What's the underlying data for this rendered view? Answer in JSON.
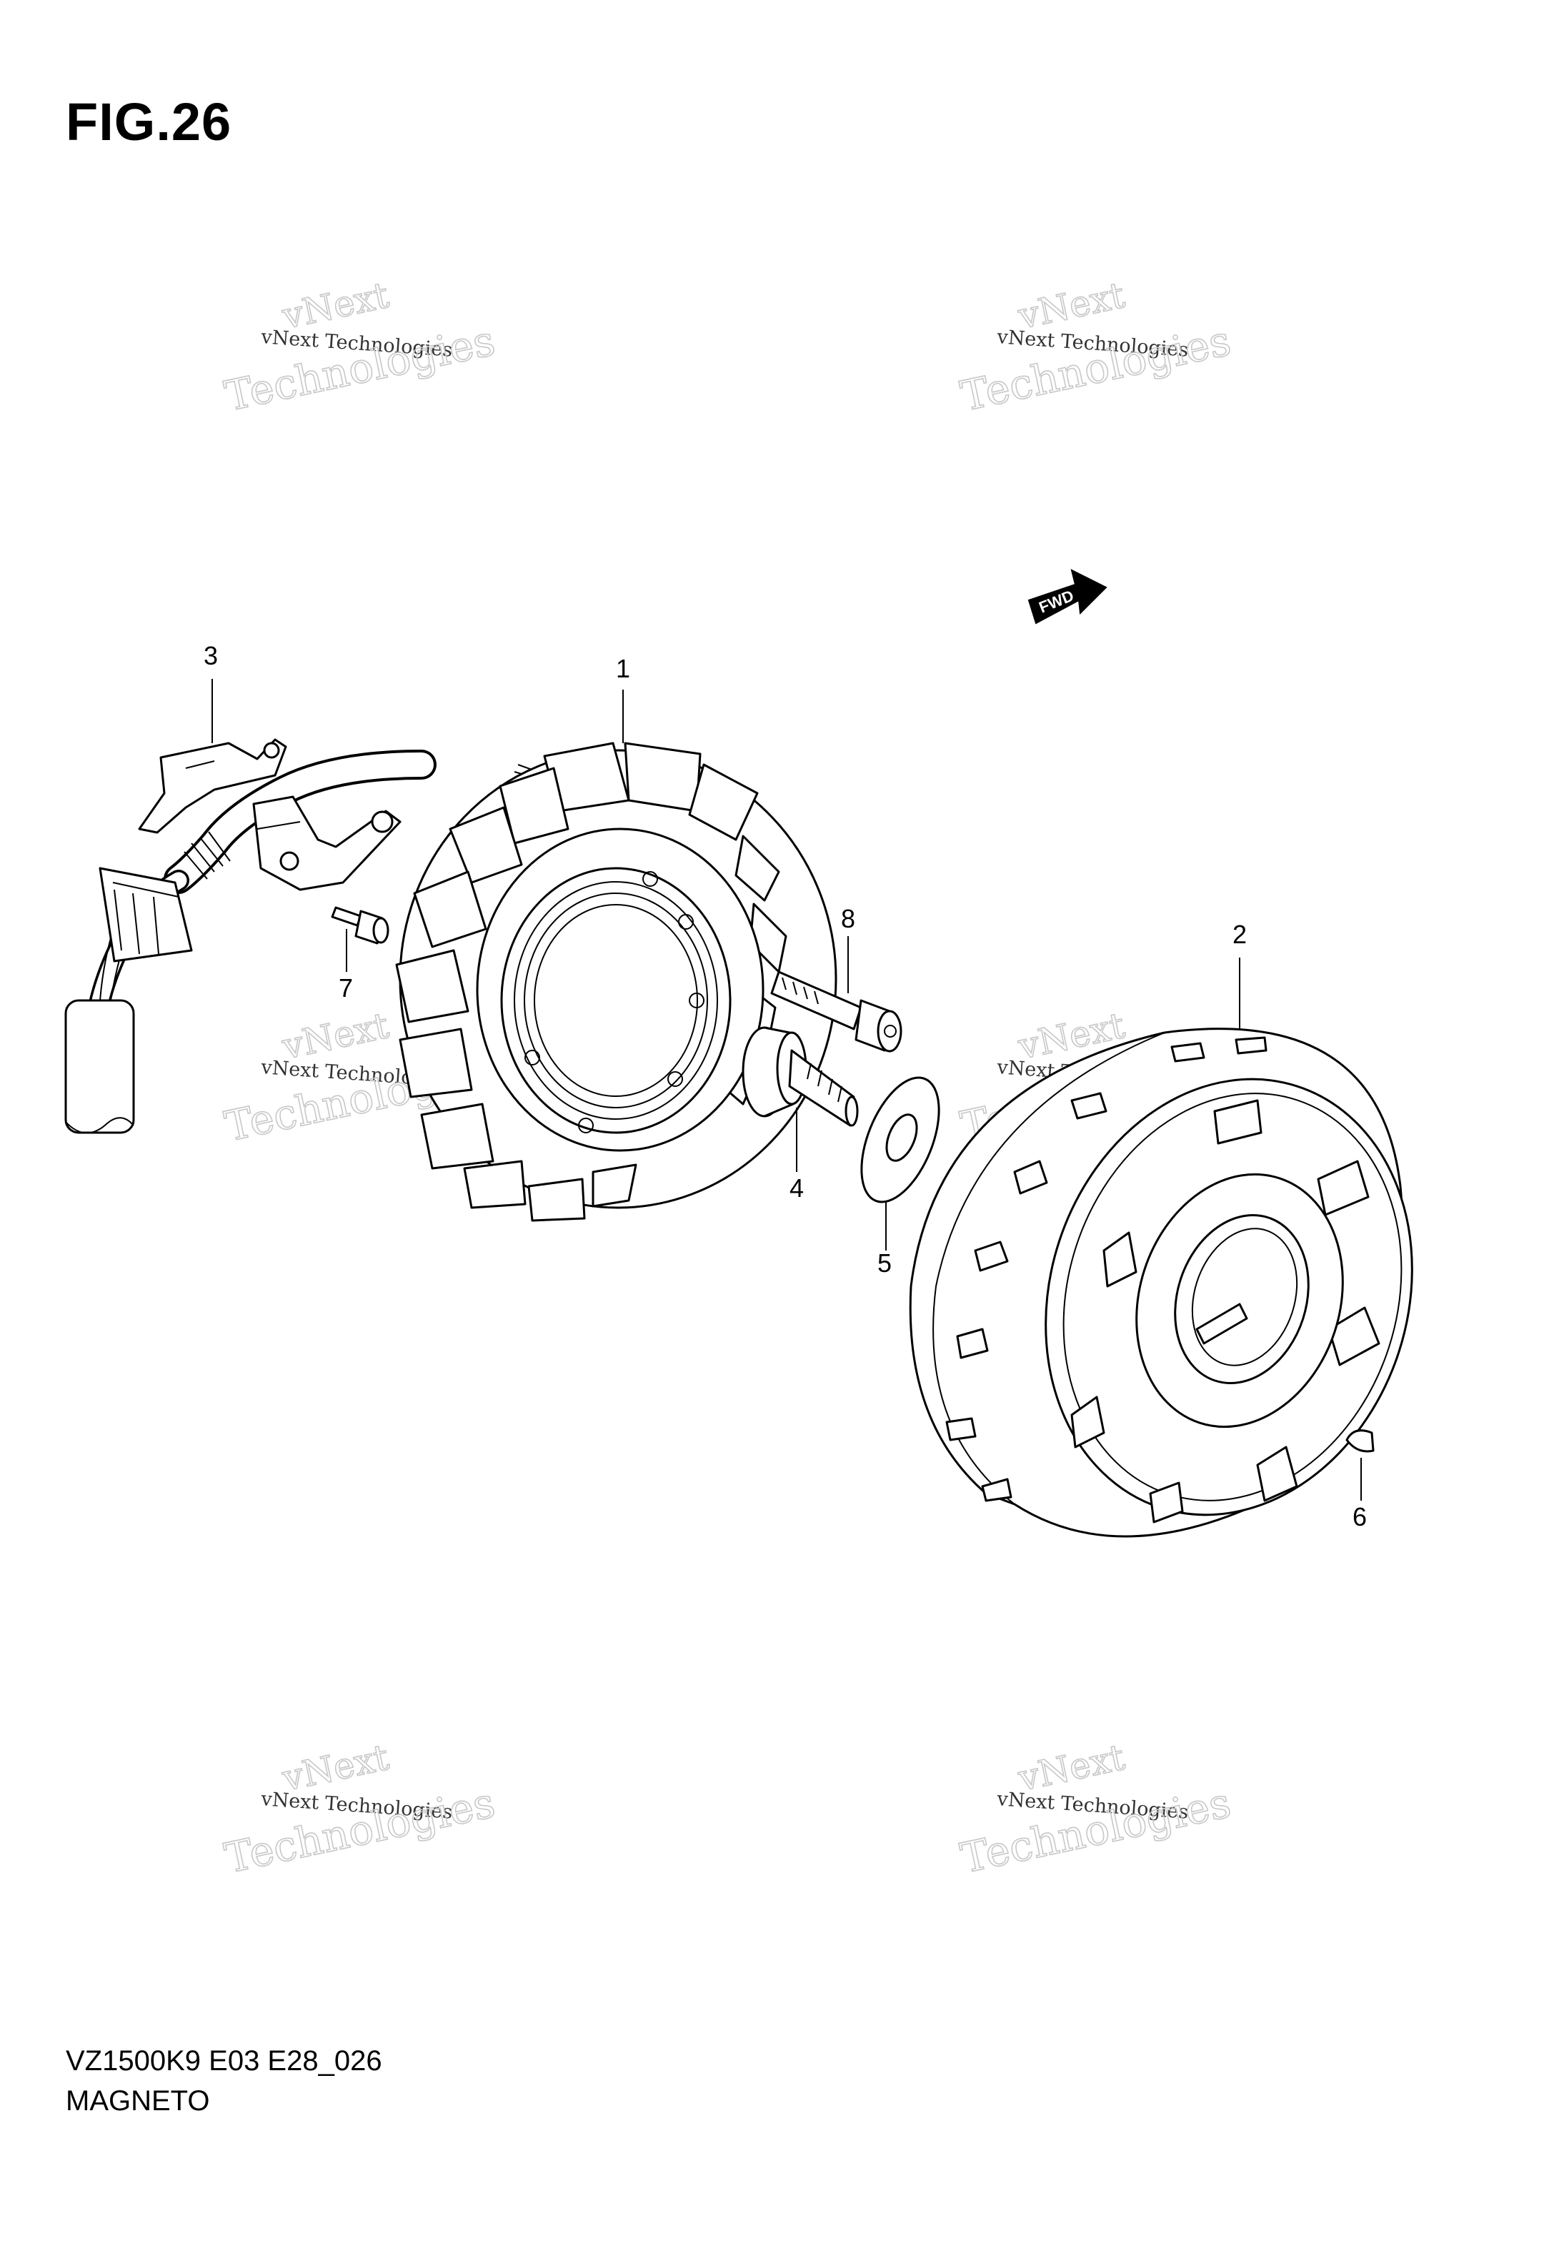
{
  "figure": {
    "title": "FIG.26",
    "code": "VZ1500K9 E03 E28_026",
    "name": "MAGNETO",
    "direction_label": "FWD"
  },
  "callouts": [
    "1",
    "2",
    "3",
    "4",
    "5",
    "6",
    "7",
    "8"
  ],
  "watermark": {
    "line_top": "vNext",
    "line_small": "vNext Technologies",
    "line_big": "Technologies"
  }
}
